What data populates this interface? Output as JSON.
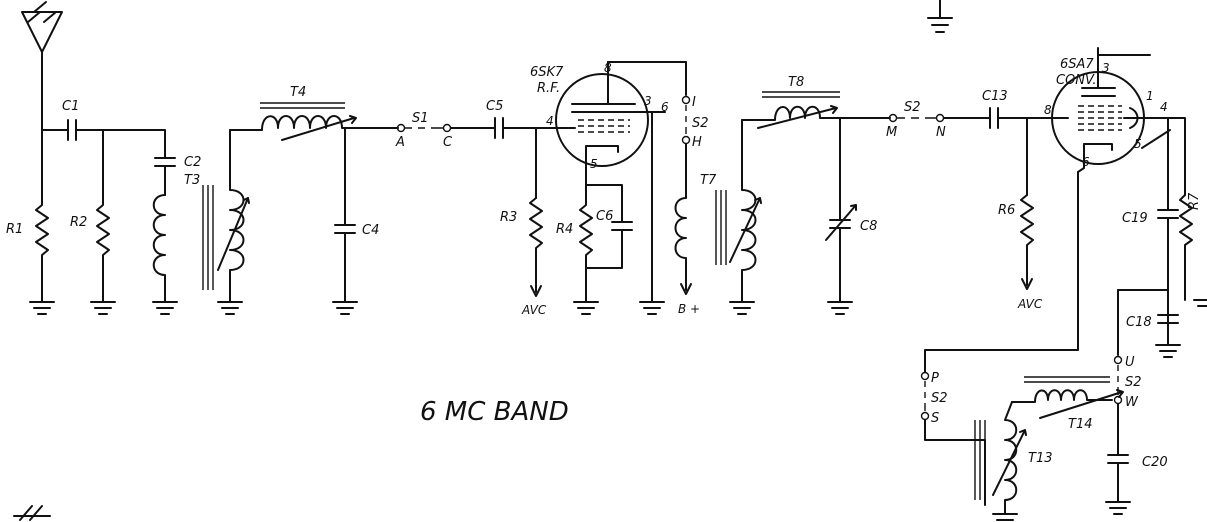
{
  "diagram": {
    "band_label": "6 MC BAND",
    "tubes": {
      "rf": {
        "type": "6SK7",
        "function": "R.F."
      },
      "conv": {
        "type": "6SA7",
        "function": "CONV."
      }
    },
    "components": {
      "C1": "C1",
      "C2": "C2",
      "C4": "C4",
      "C5": "C5",
      "C6": "C6",
      "C8": "C8",
      "C13": "C13",
      "C18": "C18",
      "C19": "C19",
      "C20": "C20",
      "R1": "R1",
      "R2": "R2",
      "R3": "R3",
      "R4": "R4",
      "R6": "R6",
      "R7": "R7",
      "T3": "T3",
      "T4": "T4",
      "T7": "T7",
      "T8": "T8",
      "T13": "T13",
      "T14": "T14"
    },
    "switch_labels": {
      "S1": "S1",
      "S2a": "S2",
      "S2b": "S2",
      "S2c": "S2",
      "S2d": "S2",
      "A": "A",
      "C": "C",
      "M": "M",
      "N": "N",
      "I": "I",
      "H": "H",
      "P": "P",
      "S": "S",
      "U": "U",
      "W": "W"
    },
    "pins": {
      "rf8": "8",
      "rf3": "3",
      "rf6": "6",
      "rf4": "4",
      "rf5": "5",
      "cv3": "3",
      "cv1": "1",
      "cv4": "4",
      "cv8": "8",
      "cv5": "5",
      "cv6": "6"
    },
    "nets": {
      "avc1": "AVC",
      "avc2": "AVC",
      "bplus": "B +"
    }
  }
}
